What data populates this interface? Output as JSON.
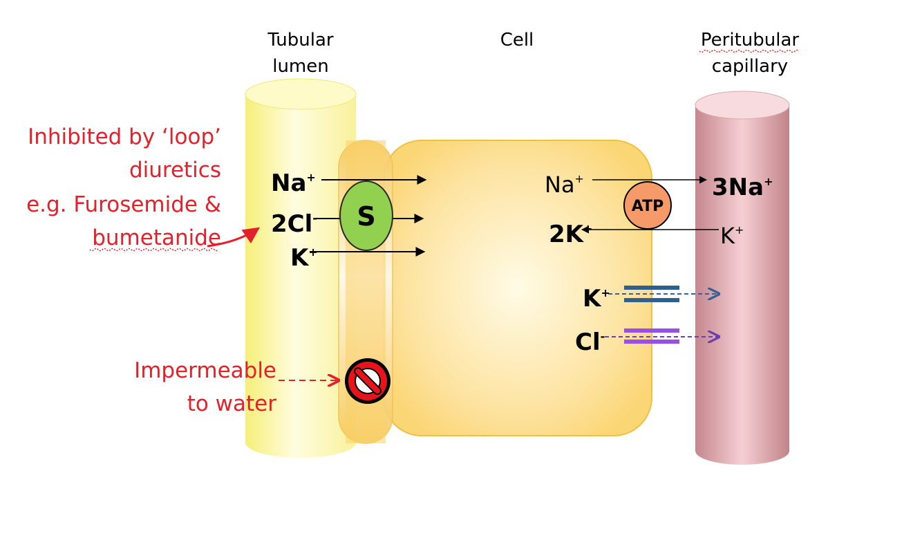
{
  "headers": {
    "lumen_line1": "Tubular",
    "lumen_line2": "lumen",
    "cell": "Cell",
    "capillary_line1": "Peritubular",
    "capillary_line2": "capillary"
  },
  "apical_ions": {
    "na": "Na",
    "na_charge": "+",
    "cl": "2Cl",
    "cl_charge": "-",
    "k": "K",
    "k_charge": "+"
  },
  "symporter_label": "S",
  "pump": {
    "label": "ATP",
    "na_in": "Na",
    "na_in_charge": "+",
    "na_out": "3Na",
    "na_out_charge": "+",
    "k_in": "2K",
    "k_in_charge": "+",
    "k_out": "K",
    "k_out_charge": "+"
  },
  "channels": {
    "k": "K",
    "k_charge": "+",
    "cl": "Cl",
    "cl_charge": "-"
  },
  "annotations": {
    "loop_line1": "Inhibited by ‘loop’",
    "loop_line2": "diuretics",
    "loop_line3": "e.g. Furosemide &",
    "loop_line4": "bumetanide",
    "water_line1": "Impermeable",
    "water_line2": "to water"
  },
  "colors": {
    "lumen": "#fff36b",
    "cell": "#fbd56b",
    "capillary": "#d4a0a6",
    "symporter": "#92d050",
    "atp_pump": "#f79a6a",
    "k_channel": "#2e5f8f",
    "cl_channel": "#9a4ee6",
    "annotation_red": "#e5202b"
  }
}
